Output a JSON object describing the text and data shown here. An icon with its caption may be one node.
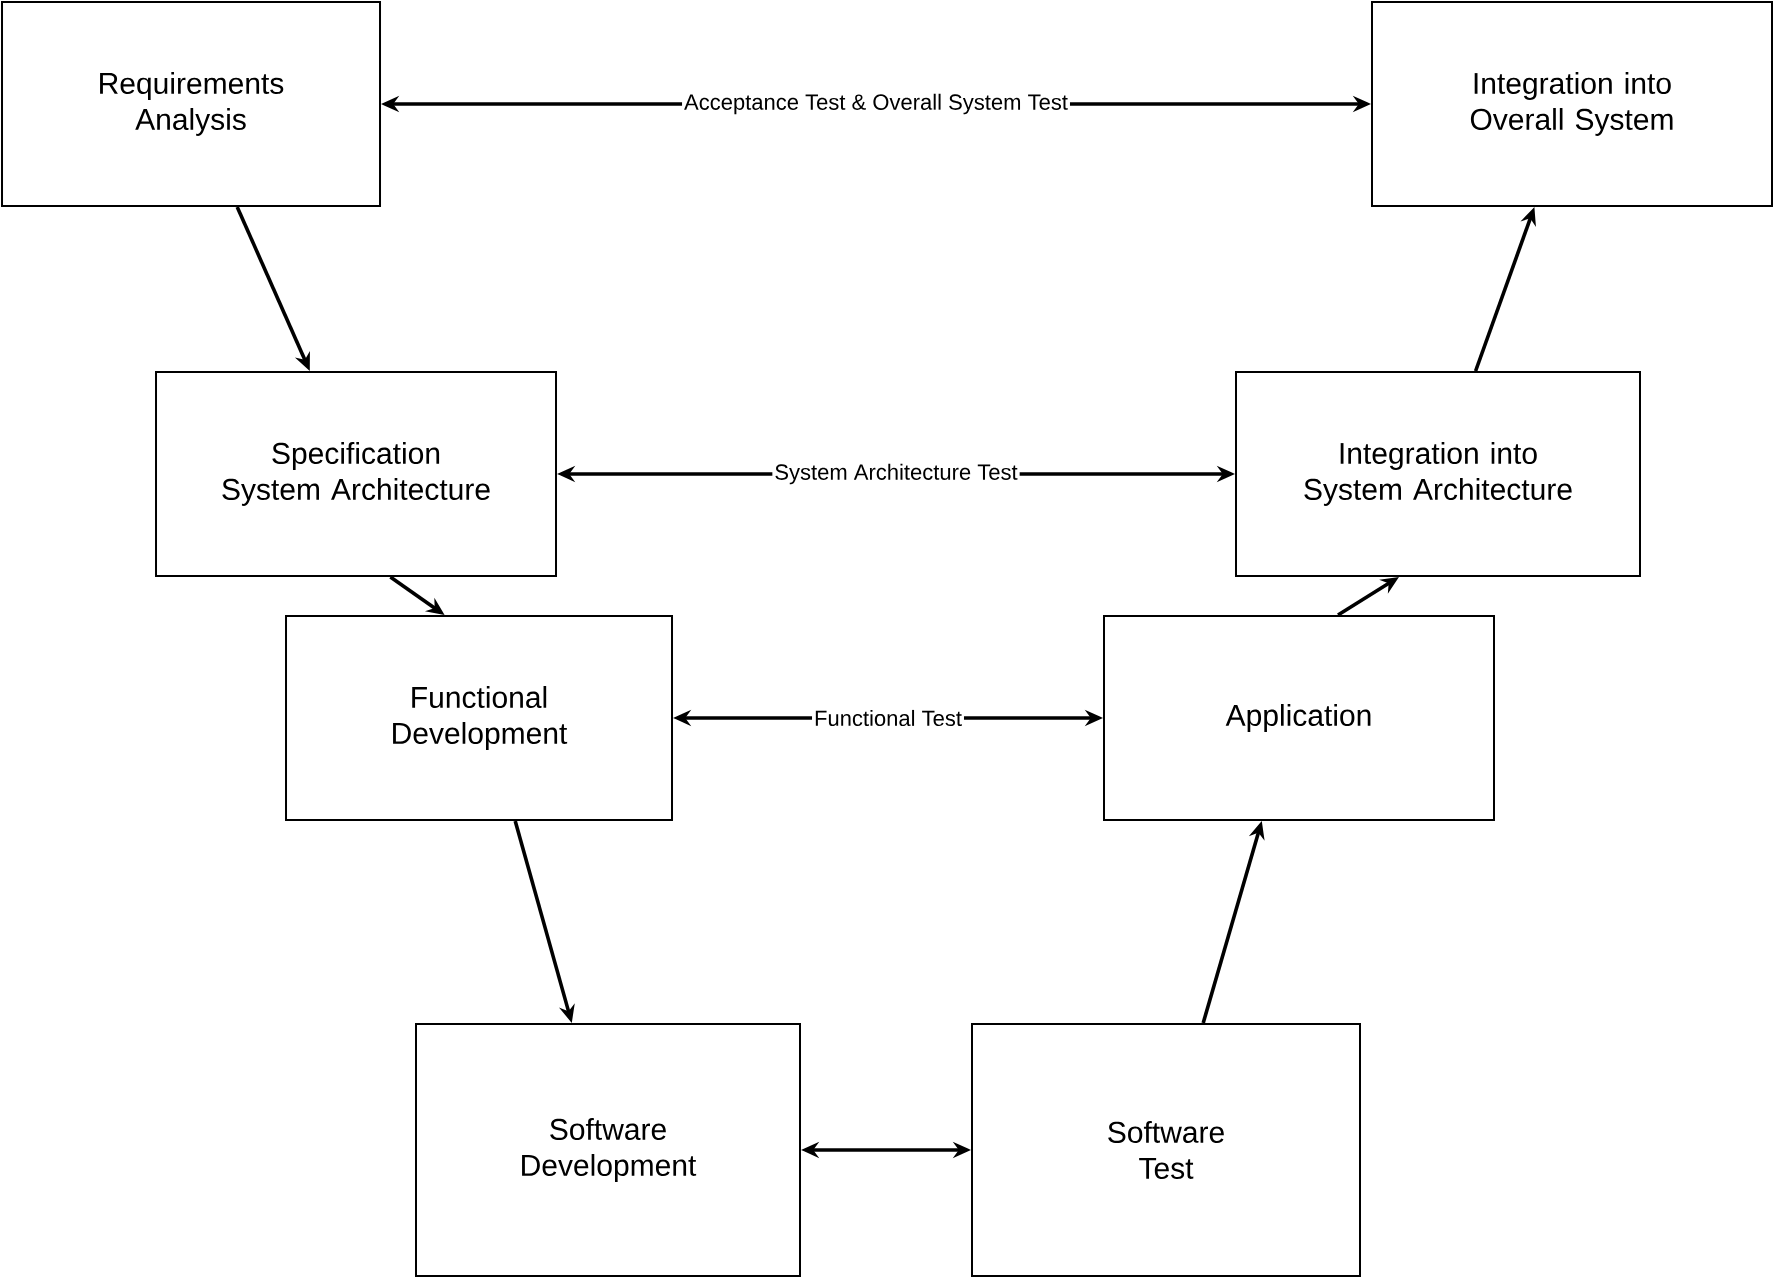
{
  "diagram": {
    "nodes": [
      {
        "text": [
          "Requirements Analysis"
        ]
      },
      {
        "text": [
          "Integration into Overall System"
        ]
      },
      {
        "text": [
          "Specification System Architecture"
        ]
      },
      {
        "text": [
          "Integration into System Architecture"
        ]
      },
      {
        "text": [
          "Functional Development"
        ]
      },
      {
        "text": [
          "Application"
        ]
      },
      {
        "text": [
          "Software Development"
        ]
      },
      {
        "text": [
          "Software Test"
        ]
      }
    ],
    "edges": [
      {
        "from": 0,
        "to": 1,
        "arrow": "both",
        "label": "Acceptance Test & Overall System Test"
      },
      {
        "from": 0,
        "to": 2,
        "arrow": "to"
      },
      {
        "from": 2,
        "to": 3,
        "arrow": "both",
        "label": "System Architecture Test"
      },
      {
        "from": 2,
        "to": 4,
        "arrow": "to"
      },
      {
        "from": 4,
        "to": 5,
        "arrow": "both",
        "label": "Functional Test"
      },
      {
        "from": 4,
        "to": 6,
        "arrow": "to"
      },
      {
        "from": 6,
        "to": 7,
        "arrow": "both"
      },
      {
        "from": 7,
        "to": 5,
        "arrow": "to"
      },
      {
        "from": 5,
        "to": 3,
        "arrow": "to"
      },
      {
        "from": 3,
        "to": 1,
        "arrow": "to"
      }
    ]
  }
}
